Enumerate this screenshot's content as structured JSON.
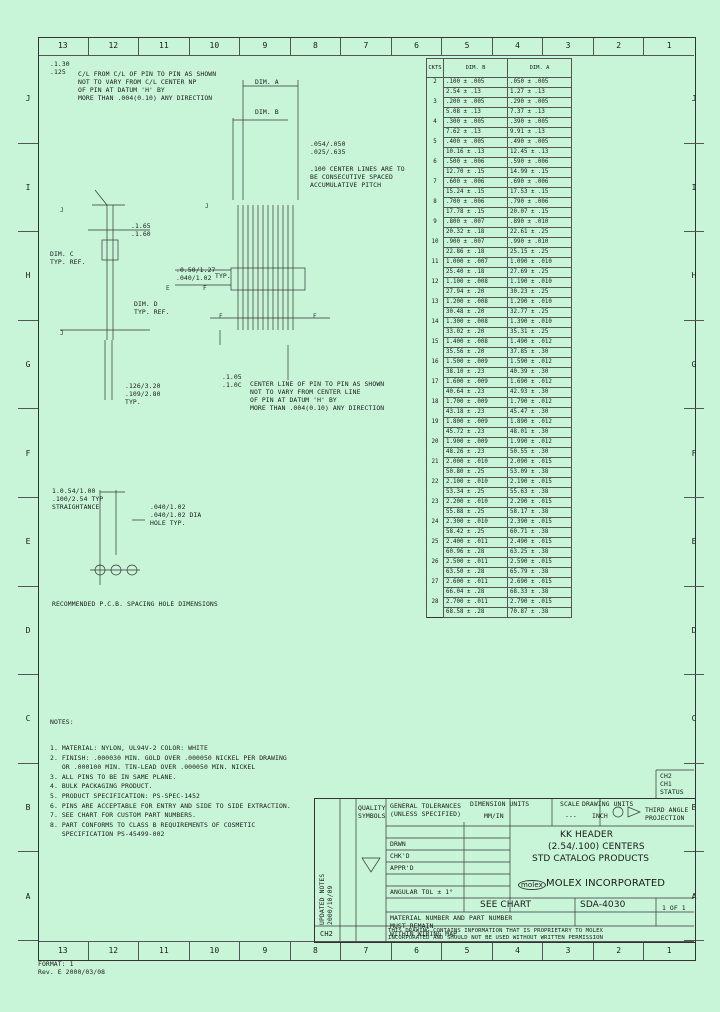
{
  "border": {
    "columns": [
      "13",
      "12",
      "11",
      "10",
      "9",
      "8",
      "7",
      "6",
      "5",
      "4",
      "3",
      "2",
      "1"
    ],
    "rows_left": [
      "J",
      "I",
      "H",
      "G",
      "F",
      "E",
      "D",
      "C",
      "B",
      "A"
    ],
    "rows_right": [
      "J",
      "I",
      "H",
      "G",
      "F",
      "E",
      "D",
      "C",
      "B",
      "A"
    ]
  },
  "drawing_notes": {
    "tol_top": ".1.30\n.125",
    "note_top": "C/L FROM C/L OF PIN TO PIN AS SHOWN\nNOT TO VARY FROM C/L CENTER NP\nOF PIN AT DATUM 'H' BY\nMORE THAN .004(0.10) ANY DIRECTION",
    "dim_a": "DIM. A",
    "dim_b": "DIM. B",
    "dim_c": "DIM. C\nTYP. REF.",
    "dim_d": "DIM. D\nTYP. REF.",
    "pin_dim": ".054/.050\n.025/.635",
    "pitch_note": ".100 CENTER LINES ARE TO\nBE CONSECUTIVE SPACED\nACCUMULATIVE PITCH",
    "dim_e": ".1.65\n.1.60",
    "dim_f": ".126/3.20\n.109/2.80\nTYP.",
    "dim_g": ".0.50/1.27\n.040/1.02",
    "typ_label": "TYP.",
    "note_mid": ".1.05\n.1.0C",
    "note_mid_text": "CENTER LINE OF PIN TO PIN AS SHOWN\nNOT TO VARY FROM CENTER LINE\nOF PIN AT DATUM 'H' BY\nMORE THAN .004(0.10) ANY DIRECTION",
    "hole_dim": "1.0.54/1.00\n.100/2.54 TYP\nSTRAIGHTANCE",
    "hole_dia": ".040/1.02\n.040/1.02 DIA\nHOLE TYP.",
    "pcb_label": "RECOMMENDED P.C.B. SPACING HOLE DIMENSIONS"
  },
  "notes": {
    "heading": "NOTES:",
    "items": [
      "1. MATERIAL: NYLON, UL94V-2 COLOR: WHITE",
      "2. FINISH: .000030 MIN. GOLD OVER .000050 NICKEL PER DRAWING",
      "   OR .000100 MIN. TIN-LEAD OVER .000050 MIN. NICKEL",
      "3. ALL PINS TO BE IN SAME PLANE.",
      "4. BULK PACKAGING PRODUCT.",
      "5. PRODUCT SPECIFICATION: PS-SPEC-1452",
      "6. PINS ARE ACCEPTABLE FOR ENTRY AND SIDE TO SIDE EXTRACTION.",
      "7. SEE CHART FOR CUSTOM PART NUMBERS.",
      "8. PART CONFORMS TO CLASS B REQUIREMENTS OF COSMETIC",
      "   SPECIFICATION PS-45499-002"
    ]
  },
  "table": {
    "headers": [
      "CKTS",
      "DIM. B",
      "DIM. A"
    ],
    "rows": [
      [
        "2",
        ".100 ± .005",
        ".050 ± .005"
      ],
      [
        "",
        "2.54 ± .13",
        "1.27 ± .13"
      ],
      [
        "3",
        ".200 ± .005",
        ".290 ± .005"
      ],
      [
        "",
        "5.08 ± .13",
        "7.37 ± .13"
      ],
      [
        "4",
        ".300 ± .005",
        ".390 ± .005"
      ],
      [
        "",
        "7.62 ± .13",
        "9.91 ± .13"
      ],
      [
        "5",
        ".400 ± .005",
        ".490 ± .005"
      ],
      [
        "",
        "10.16 ± .13",
        "12.45 ± .13"
      ],
      [
        "6",
        ".500 ± .006",
        ".590 ± .006"
      ],
      [
        "",
        "12.70 ± .15",
        "14.99 ± .15"
      ],
      [
        "7",
        ".600 ± .006",
        ".690 ± .006"
      ],
      [
        "",
        "15.24 ± .15",
        "17.53 ± .15"
      ],
      [
        "8",
        ".700 ± .006",
        ".790 ± .006"
      ],
      [
        "",
        "17.78 ± .15",
        "20.07 ± .15"
      ],
      [
        "9",
        ".800 ± .007",
        ".890 ± .010"
      ],
      [
        "",
        "20.32 ± .18",
        "22.61 ± .25"
      ],
      [
        "10",
        ".900 ± .007",
        ".990 ± .010"
      ],
      [
        "",
        "22.86 ± .18",
        "25.15 ± .25"
      ],
      [
        "11",
        "1.000 ± .007",
        "1.090 ± .010"
      ],
      [
        "",
        "25.40 ± .18",
        "27.69 ± .25"
      ],
      [
        "12",
        "1.100 ± .008",
        "1.190 ± .010"
      ],
      [
        "",
        "27.94 ± .20",
        "30.23 ± .25"
      ],
      [
        "13",
        "1.200 ± .008",
        "1.290 ± .010"
      ],
      [
        "",
        "30.48 ± .20",
        "32.77 ± .25"
      ],
      [
        "14",
        "1.300 ± .008",
        "1.390 ± .010"
      ],
      [
        "",
        "33.02 ± .20",
        "35.31 ± .25"
      ],
      [
        "15",
        "1.400 ± .008",
        "1.490 ± .012"
      ],
      [
        "",
        "35.56 ± .20",
        "37.85 ± .30"
      ],
      [
        "16",
        "1.500 ± .009",
        "1.590 ± .012"
      ],
      [
        "",
        "38.10 ± .23",
        "40.39 ± .30"
      ],
      [
        "17",
        "1.600 ± .009",
        "1.690 ± .012"
      ],
      [
        "",
        "40.64 ± .23",
        "42.93 ± .30"
      ],
      [
        "18",
        "1.700 ± .009",
        "1.790 ± .012"
      ],
      [
        "",
        "43.18 ± .23",
        "45.47 ± .30"
      ],
      [
        "19",
        "1.800 ± .009",
        "1.890 ± .012"
      ],
      [
        "",
        "45.72 ± .23",
        "48.01 ± .30"
      ],
      [
        "20",
        "1.900 ± .009",
        "1.990 ± .012"
      ],
      [
        "",
        "48.26 ± .23",
        "50.55 ± .30"
      ],
      [
        "21",
        "2.000 ± .010",
        "2.090 ± .015"
      ],
      [
        "",
        "50.80 ± .25",
        "53.09 ± .38"
      ],
      [
        "22",
        "2.100 ± .010",
        "2.190 ± .015"
      ],
      [
        "",
        "53.34 ± .25",
        "55.63 ± .38"
      ],
      [
        "23",
        "2.200 ± .010",
        "2.290 ± .015"
      ],
      [
        "",
        "55.88 ± .25",
        "58.17 ± .38"
      ],
      [
        "24",
        "2.300 ± .010",
        "2.390 ± .015"
      ],
      [
        "",
        "58.42 ± .25",
        "60.71 ± .38"
      ],
      [
        "25",
        "2.400 ± .011",
        "2.490 ± .015"
      ],
      [
        "",
        "60.96 ± .28",
        "63.25 ± .38"
      ],
      [
        "26",
        "2.500 ± .011",
        "2.590 ± .015"
      ],
      [
        "",
        "63.50 ± .28",
        "65.79 ± .38"
      ],
      [
        "27",
        "2.600 ± .011",
        "2.690 ± .015"
      ],
      [
        "",
        "66.04 ± .28",
        "68.33 ± .38"
      ],
      [
        "28",
        "2.700 ± .011",
        "2.790 ± .015"
      ],
      [
        "",
        "68.58 ± .28",
        "70.87 ± .38"
      ]
    ]
  },
  "title_block": {
    "updated_note": "UPDATED NOTES\n2000/10/09",
    "quality_symbols": "QUALITY\nSYMBOLS",
    "tolerances": "GENERAL TOLERANCES\n(UNLESS SPECIFIED)",
    "dimension_units": "DIMENSION UNITS",
    "dimension_units_value": "MM/IN",
    "scale": "SCALE",
    "scale_value": "---",
    "drawing_units": "DRAWING UNITS",
    "drawing_units_value": "INCH",
    "third_angle": "THIRD ANGLE\nPROJECTION",
    "title_header": "KK HEADER",
    "title_line2": "(2.54/.100) CENTERS",
    "title_line3": "STD CATALOG PRODUCTS",
    "company": "MOLEX INCORPORATED",
    "molex_logo": "molex",
    "drawn_by": "DRWN",
    "checked_by": "CHK'D",
    "approved_by": "APPR'D",
    "angular_tol": "ANGULAR TOL ± 1°",
    "document_label": "SEE CHART",
    "doc_number": "SDA-4030",
    "sheet": "1 OF 1",
    "revision": "CH2",
    "material_note": "MATERIAL NUMBER AND PART NUMBER\nMUST REMAIN\nWITHIN WIRING MAP",
    "proprietary": "THIS DRAWING CONTAINS INFORMATION THAT IS PROPRIETARY TO MOLEX\nINCORPORATED AND SHOULD NOT BE USED WITHOUT WRITTEN PERMISSION",
    "side_rev": "CH2\nCH1\nSTATUS",
    "format": "FORMAT: 1\nRev. E 2000/03/08"
  }
}
